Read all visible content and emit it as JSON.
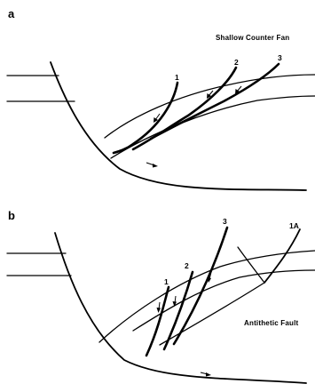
{
  "panels": [
    {
      "letter": "a",
      "title": "Shallow Counter Fan",
      "fault_labels": [
        "1",
        "2",
        "3"
      ]
    },
    {
      "letter": "b",
      "title": "Antithetic Fault",
      "fault_labels": [
        "1",
        "2",
        "3",
        "1A"
      ]
    }
  ],
  "colors": {
    "ink": "#000000",
    "background": "#ffffff"
  }
}
